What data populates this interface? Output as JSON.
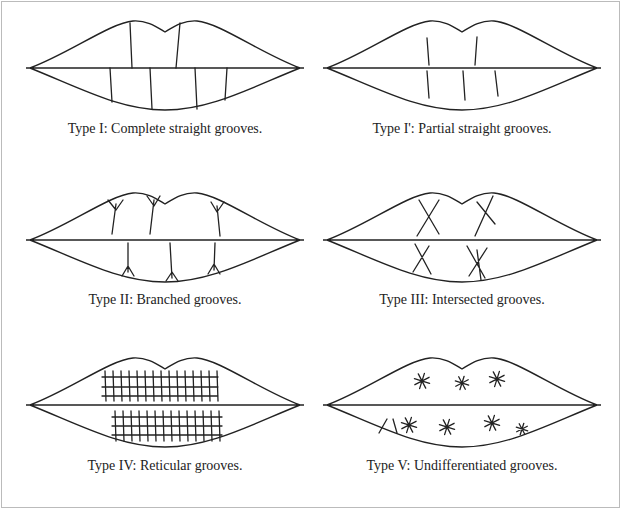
{
  "diagram": {
    "labels": [
      "Type I: Complete straight grooves.",
      "Type I': Partial straight grooves.",
      "Type II: Branched grooves.",
      "Type III: Intersected grooves.",
      "Type IV: Reticular grooves.",
      "Type V: Undifferentiated grooves."
    ]
  }
}
